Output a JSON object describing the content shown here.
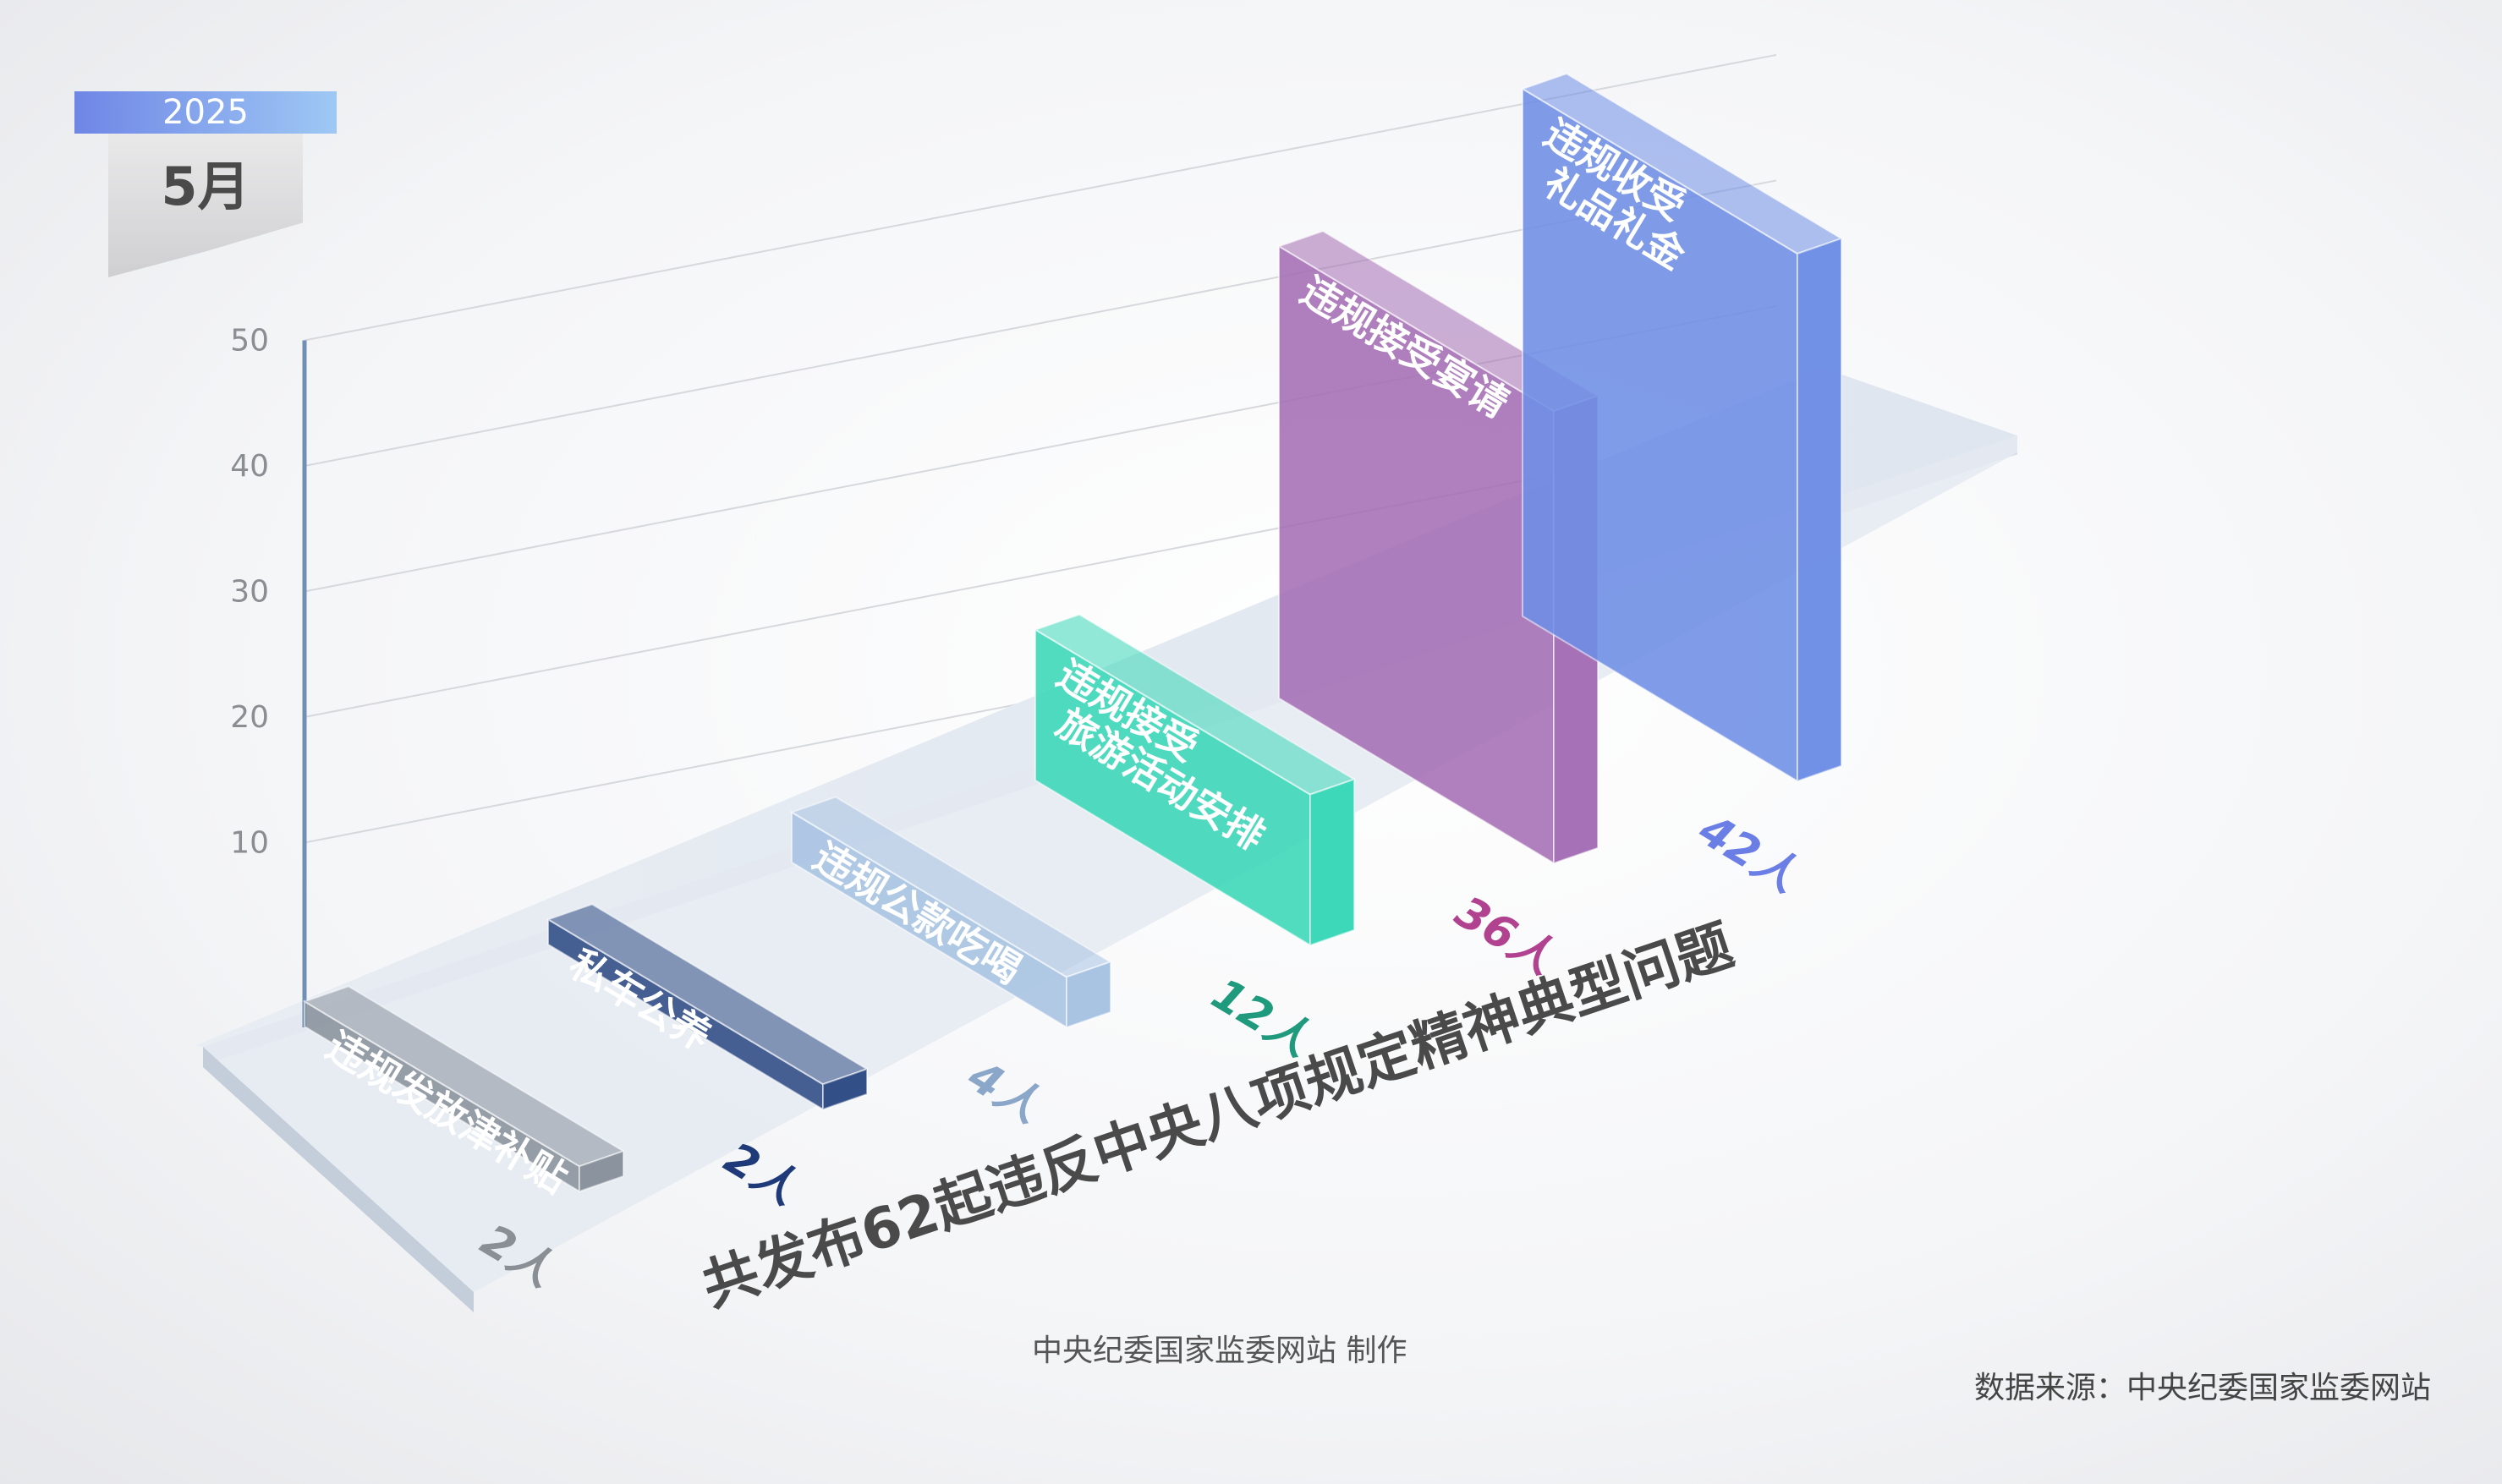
{
  "badge": {
    "year": "2025",
    "month": "5月"
  },
  "chart_data": {
    "type": "bar",
    "title": "共发布62起违反中央八项规定精神典型问题",
    "unit": "人",
    "yticks": [
      10,
      20,
      30,
      40,
      50
    ],
    "ylim": [
      0,
      50
    ],
    "grid": true,
    "categories": [
      "违规发放津补贴",
      "私车公养",
      "违规公款吃喝",
      "违规接受旅游活动安排",
      "违规接受宴请",
      "违规收受礼品礼金"
    ],
    "values": [
      2,
      2,
      4,
      12,
      36,
      42
    ],
    "value_labels": [
      "2人",
      "2人",
      "4人",
      "12人",
      "36人",
      "42人"
    ],
    "bar_label_lines": [
      [
        "违规发放津补贴"
      ],
      [
        "私车公养"
      ],
      [
        "违规公款吃喝"
      ],
      [
        "违规接受",
        "旅游活动安排"
      ],
      [
        "违规接受宴请"
      ],
      [
        "违规收受",
        "礼品礼金"
      ]
    ],
    "colors": [
      "#8a939d",
      "#2f4c85",
      "#a8c3e3",
      "#3ad8b8",
      "#a56fb5",
      "#6f8fe6"
    ],
    "value_label_colors": [
      "#8a8f96",
      "#1f3a78",
      "#8aa6c8",
      "#1f9a7d",
      "#b0428f",
      "#6b7ee6"
    ]
  },
  "footer": {
    "credit": "中央纪委国家监委网站 制作",
    "source": "数据来源：中央纪委国家监委网站"
  }
}
